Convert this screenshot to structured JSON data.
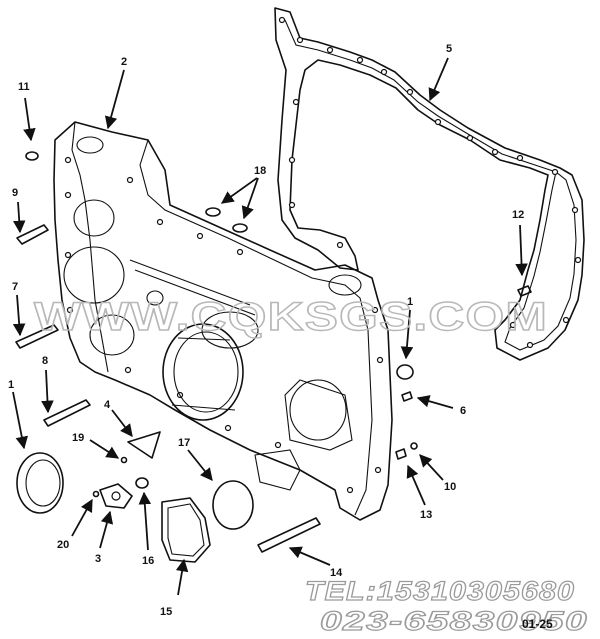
{
  "diagram": {
    "callouts": [
      {
        "id": "c1a",
        "text": "1"
      },
      {
        "id": "c1b",
        "text": "1"
      },
      {
        "id": "c2",
        "text": "2"
      },
      {
        "id": "c3",
        "text": "3"
      },
      {
        "id": "c4",
        "text": "4"
      },
      {
        "id": "c5",
        "text": "5"
      },
      {
        "id": "c6",
        "text": "6"
      },
      {
        "id": "c7",
        "text": "7"
      },
      {
        "id": "c8",
        "text": "8"
      },
      {
        "id": "c9",
        "text": "9"
      },
      {
        "id": "c10",
        "text": "10"
      },
      {
        "id": "c11",
        "text": "11"
      },
      {
        "id": "c12",
        "text": "12"
      },
      {
        "id": "c13",
        "text": "13"
      },
      {
        "id": "c14",
        "text": "14"
      },
      {
        "id": "c15",
        "text": "15"
      },
      {
        "id": "c16",
        "text": "16"
      },
      {
        "id": "c17",
        "text": "17"
      },
      {
        "id": "c18",
        "text": "18"
      },
      {
        "id": "c19",
        "text": "19"
      },
      {
        "id": "c20",
        "text": "20"
      }
    ],
    "watermark": "WWW.CQKSGS.COM",
    "contact_phone": "TEL:15310305680",
    "contact_phone_2": "023-65830950",
    "drawing_code": "01-25"
  }
}
